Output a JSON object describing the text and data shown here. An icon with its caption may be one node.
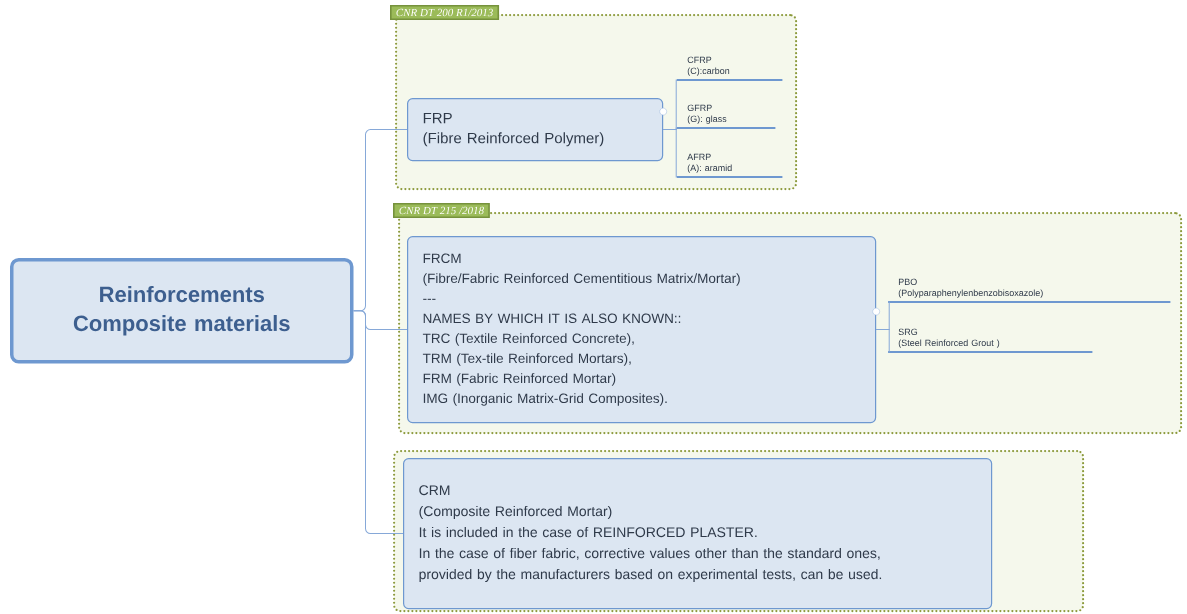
{
  "diagram": {
    "nodes": [
      {
        "text": [
          "Reinforcements Composite materials"
        ]
      },
      {
        "text": [
          "CNR DT 200 R1/2013"
        ]
      },
      {
        "text": [
          "FRP",
          "(Fibre Reinforced Polymer)"
        ],
        "in": 1
      },
      {
        "text": [
          "CFRP",
          "(C):carbon"
        ],
        "in": 1
      },
      {
        "text": [
          "GFRP",
          "(G): glass"
        ],
        "in": 1
      },
      {
        "text": [
          "AFRP",
          "(A): aramid"
        ],
        "in": 1
      },
      {
        "text": [
          "CNR DT 215 /2018"
        ]
      },
      {
        "text": [
          "FRCM",
          " (Fibre/Fabric Reinforced Cementitious Matrix/Mortar)",
          "---",
          "NAMES BY WHICH IT IS ALSO KNOWN::",
          "TRC (Textile Reinforced Concrete),",
          "TRM (Tex-tile Reinforced Mortars),",
          "FRM (Fabric Reinforced Mortar)",
          "IMG (Inorganic Matrix-Grid Composites)."
        ],
        "in": 6
      },
      {
        "text": [
          "PBO",
          "(Polyparaphenylenbenzobisoxazole)"
        ],
        "in": 6
      },
      {
        "text": [
          "SRG",
          "(Steel Reinforced Grout )"
        ],
        "in": 6
      },
      {
        "text": [],
        "shape": "box"
      },
      {
        "text": [
          "CRM",
          "(Composite Reinforced Mortar)",
          "It is included in the case of REINFORCED PLASTER.",
          "In the case of fiber fabric, corrective values other than the standard ones, provided by the manufacturers based on experimental tests, can be used."
        ],
        "in": 10
      }
    ],
    "edges": [
      {
        "from": 0,
        "to": 2,
        "arrow": "none"
      },
      {
        "from": 0,
        "to": 7,
        "arrow": "none"
      },
      {
        "from": 0,
        "to": 11,
        "arrow": "none"
      },
      {
        "from": 2,
        "to": 3,
        "arrow": "none"
      },
      {
        "from": 2,
        "to": 4,
        "arrow": "none"
      },
      {
        "from": 2,
        "to": 5,
        "arrow": "none"
      },
      {
        "from": 7,
        "to": 8,
        "arrow": "none"
      },
      {
        "from": 7,
        "to": 9,
        "arrow": "none"
      }
    ]
  }
}
